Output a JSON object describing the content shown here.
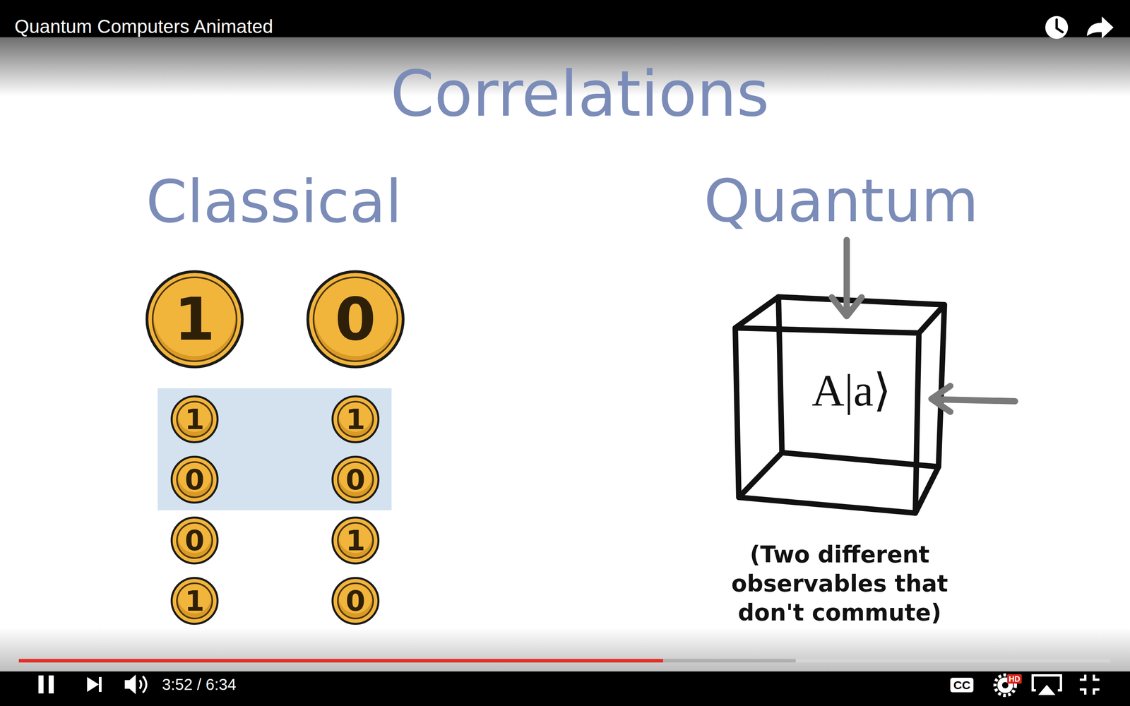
{
  "diagram": {
    "title": "Correlations",
    "nodes": [
      {
        "text": [
          "1"
        ]
      },
      {
        "text": [
          "0"
        ]
      },
      {
        "text": [
          "1"
        ]
      },
      {
        "text": [
          "1"
        ]
      },
      {
        "text": [
          "0"
        ]
      },
      {
        "text": [
          "0"
        ]
      },
      {
        "text": [
          "0"
        ]
      },
      {
        "text": [
          "1"
        ]
      },
      {
        "text": [
          "1"
        ]
      },
      {
        "text": [
          "0"
        ]
      },
      {
        "text": [
          "A|a⟩"
        ]
      }
    ],
    "labels": [
      "Quantum Computers Animated",
      "Classical",
      "Quantum",
      "(Two different observables that don't commute)",
      "3:52 / 6:34",
      "CC",
      "HD"
    ]
  }
}
